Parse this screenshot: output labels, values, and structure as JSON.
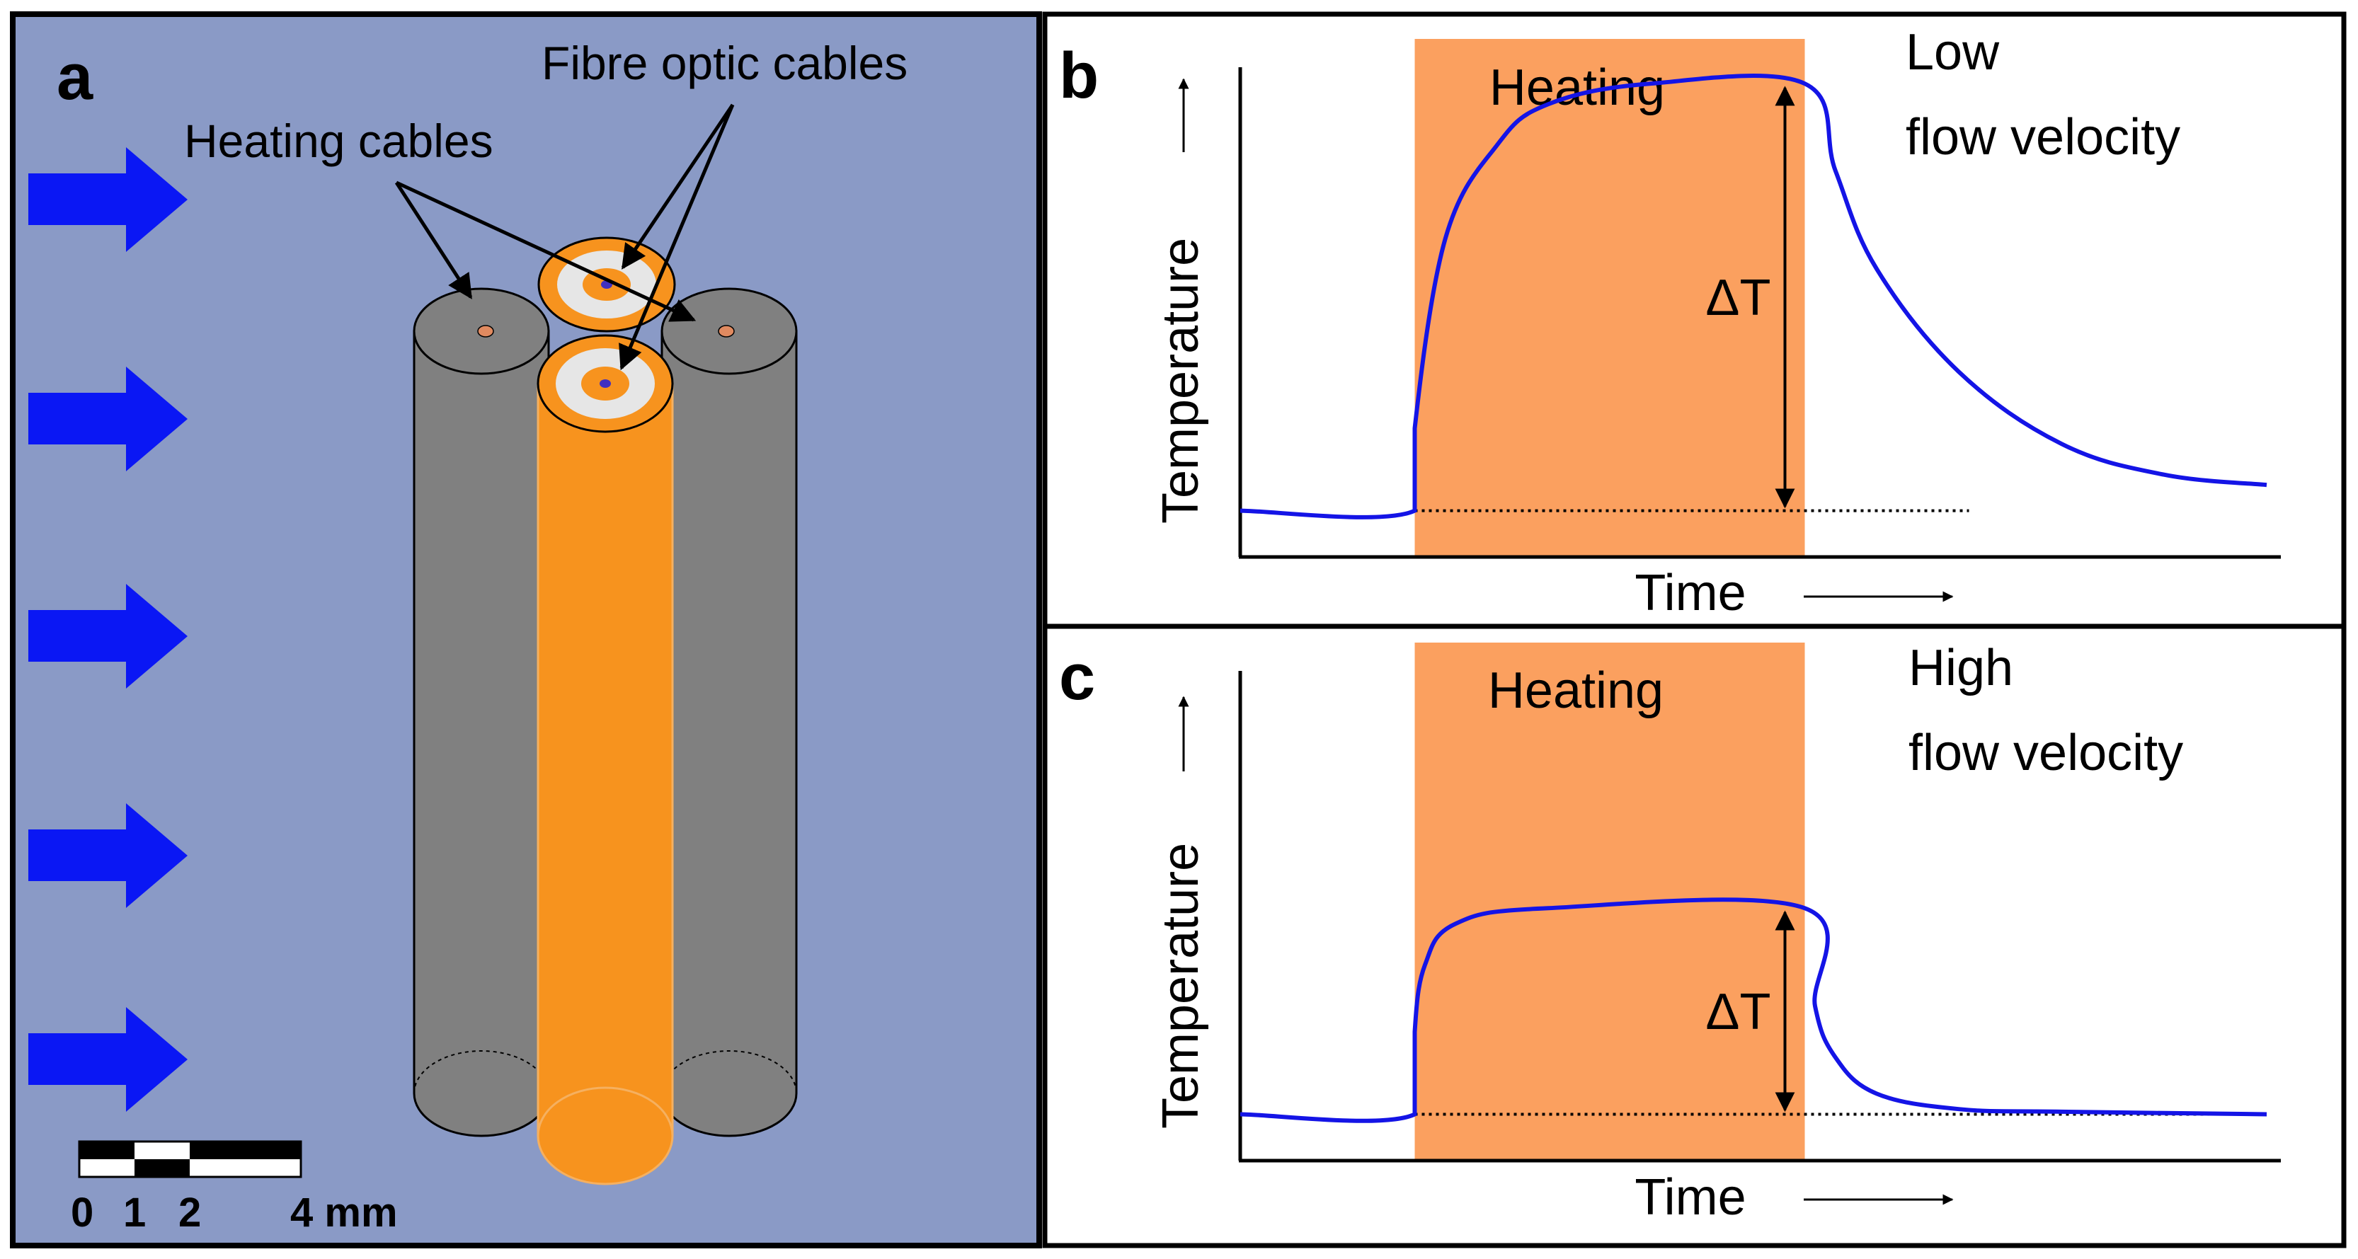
{
  "colors": {
    "panel_a_background": "#8a9ac6",
    "flow_arrow": "#0a17f4",
    "heating_cable": "#808080",
    "heating_cable_core": "#e08a60",
    "fibre_cable": "#f7931e",
    "fibre_ring": "#e6e6e6",
    "fibre_core": "#4030c0",
    "heating_band": "#fba05f",
    "temperature_curve": "#1414e6",
    "axis": "#000000"
  },
  "panel_a": {
    "label": "a",
    "fibre_label": "Fibre optic cables",
    "heating_label": "Heating cables",
    "flow_arrow_count": 5,
    "flow_arrow_icon": "right-arrow-icon",
    "scale_bar": {
      "ticks": [
        "0",
        "1",
        "2",
        "4 mm"
      ]
    }
  },
  "panel_b": {
    "label": "b",
    "band_label": "Heating",
    "flow_line1": "Low",
    "flow_line2": "flow velocity",
    "ylabel": "Temperature",
    "xlabel": "Time",
    "delta_label": "ΔT"
  },
  "panel_c": {
    "label": "c",
    "band_label": "Heating",
    "flow_line1": "High",
    "flow_line2": "flow velocity",
    "ylabel": "Temperature",
    "xlabel": "Time",
    "delta_label": "ΔT"
  },
  "chart_data": [
    {
      "type": "line",
      "panel": "b",
      "title": "",
      "xlabel": "Time",
      "ylabel": "Temperature",
      "axis_ticks": "none",
      "heating_interval": [
        0.17,
        0.55
      ],
      "series": [
        {
          "points": [
            [
              0.0,
              0.09
            ],
            [
              0.17,
              0.09
            ],
            [
              0.17,
              0.25
            ],
            [
              0.2,
              0.62
            ],
            [
              0.25,
              0.8
            ],
            [
              0.3,
              0.88
            ],
            [
              0.4,
              0.92
            ],
            [
              0.55,
              0.92
            ],
            [
              0.58,
              0.75
            ],
            [
              0.62,
              0.56
            ],
            [
              0.7,
              0.36
            ],
            [
              0.8,
              0.22
            ],
            [
              0.9,
              0.16
            ],
            [
              1.0,
              0.14
            ]
          ]
        }
      ],
      "baseline": 0.09,
      "delta_T_label": "ΔT"
    },
    {
      "type": "line",
      "panel": "c",
      "title": "",
      "xlabel": "Time",
      "ylabel": "Temperature",
      "axis_ticks": "none",
      "heating_interval": [
        0.17,
        0.55
      ],
      "series": [
        {
          "points": [
            [
              0.0,
              0.09
            ],
            [
              0.17,
              0.09
            ],
            [
              0.17,
              0.25
            ],
            [
              0.18,
              0.38
            ],
            [
              0.21,
              0.46
            ],
            [
              0.3,
              0.49
            ],
            [
              0.55,
              0.49
            ],
            [
              0.56,
              0.3
            ],
            [
              0.58,
              0.2
            ],
            [
              0.62,
              0.13
            ],
            [
              0.7,
              0.1
            ],
            [
              0.8,
              0.095
            ],
            [
              1.0,
              0.09
            ]
          ]
        }
      ],
      "baseline": 0.09,
      "delta_T_label": "ΔT"
    }
  ]
}
